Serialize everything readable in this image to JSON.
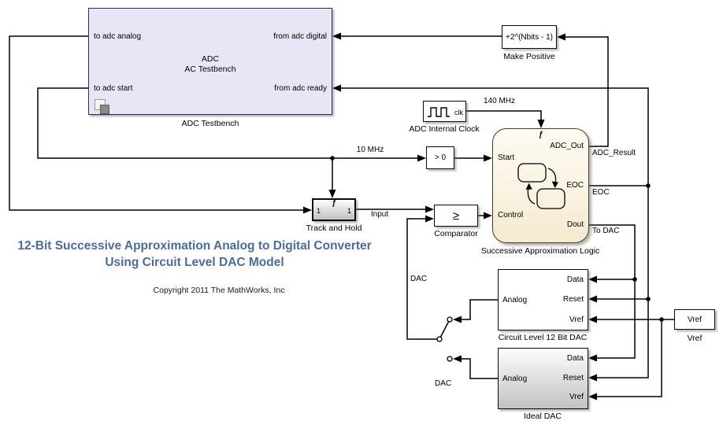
{
  "diagram": {
    "title_line1": "12-Bit Successive Approximation Analog to Digital Converter",
    "title_line2": "Using Circuit Level DAC Model",
    "copyright": "Copyright 2011 The MathWorks, Inc",
    "accent_title_color": "#4E6B96",
    "testbench_fill_color": "#E6E6F7",
    "chart_fill_color": "#F8EFDC"
  },
  "blocks": {
    "adc_testbench": {
      "label": "ADC Testbench",
      "center_line1": "ADC",
      "center_line2": "AC Testbench",
      "ports": {
        "to_adc_analog": "to adc analog",
        "to_adc_start": "to adc start",
        "from_adc_digital": "from adc digital",
        "from_adc_ready": "from adc ready"
      }
    },
    "make_positive": {
      "label": "Make Positive",
      "expr": "+2^(Nbits - 1)"
    },
    "adc_internal_clock": {
      "label": "ADC Internal Clock",
      "clk_text": "clk"
    },
    "compare_to_zero": {
      "expr": "> 0"
    },
    "track_and_hold": {
      "label": "Track and Hold",
      "port_in": "1",
      "port_out": "1"
    },
    "comparator": {
      "label": "Comparator",
      "symbol": "≥"
    },
    "sa_logic": {
      "label": "Successive Approximation Logic",
      "ports": {
        "start": "Start",
        "control": "Control",
        "adc_out": "ADC_Out",
        "eoc": "EOC",
        "dout": "Dout"
      }
    },
    "circuit_dac": {
      "label": "Circuit Level 12 Bit DAC",
      "ports": {
        "analog": "Analog",
        "data": "Data",
        "reset": "Reset",
        "vref": "Vref"
      }
    },
    "ideal_dac": {
      "label": "Ideal DAC",
      "ports": {
        "analog": "Analog",
        "data": "Data",
        "reset": "Reset",
        "vref": "Vref"
      }
    },
    "vref_source": {
      "label": "Vref",
      "text": "Vref"
    }
  },
  "signal_labels": {
    "sample_rate": "10 MHz",
    "clock_rate": "140 MHz",
    "input": "Input",
    "adc_result": "ADC_Result",
    "eoc": "EOC",
    "to_dac": "To DAC",
    "dac_feedback": "DAC",
    "dac_ideal": "DAC"
  },
  "icons": {
    "trigger_glyph": "ƒ"
  }
}
